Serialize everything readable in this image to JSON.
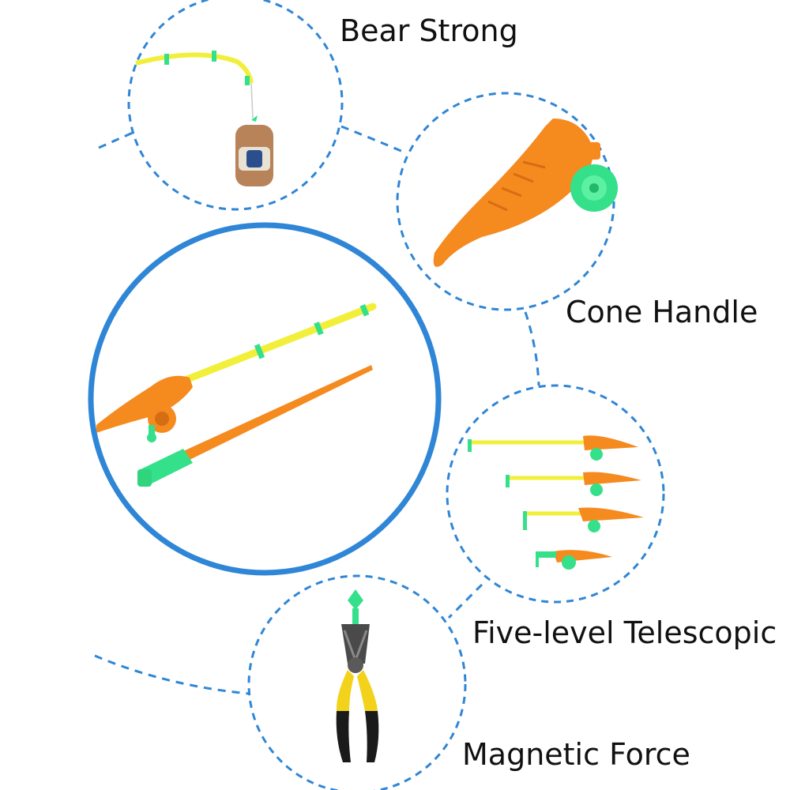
{
  "features": [
    {
      "id": "bear-strong",
      "label": "Bear Strong"
    },
    {
      "id": "cone-handle",
      "label": "Cone Handle"
    },
    {
      "id": "five-level-telescopic",
      "label": "Five-level Telescopic"
    },
    {
      "id": "magnetic-force",
      "label": "Magnetic Force"
    }
  ],
  "colors": {
    "accent_blue": "#2f86d6",
    "rod_yellow": "#f2ef3a",
    "handle_orange": "#f58a1f",
    "reel_green": "#35e08a",
    "plier_yellow": "#f2d21b",
    "plier_black": "#1a1a1a"
  }
}
